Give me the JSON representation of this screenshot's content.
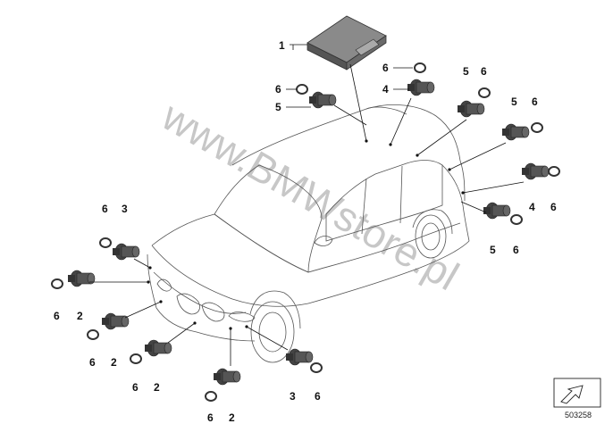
{
  "watermark": "www.BMWstore.pl",
  "document_number": "503258",
  "callouts": {
    "c1": "1",
    "c6a": "6",
    "c4a": "4",
    "c6b": "6",
    "c5b": "5",
    "c5c": "5",
    "c6c": "6",
    "c5d": "5",
    "c6d": "6",
    "c4e": "4",
    "c6e": "6",
    "c5f": "5",
    "c6f": "6",
    "c6g": "6",
    "c3g": "3",
    "c6h": "6",
    "c2h": "2",
    "c6i": "6",
    "c2i": "2",
    "c6j": "6",
    "c2j": "2",
    "c6k": "6",
    "c2k": "2",
    "c3l": "3",
    "c6l": "6"
  },
  "parts": [
    {
      "id": "control-unit",
      "icon": "control-unit-icon"
    },
    {
      "id": "ultrasonic-sensor",
      "icon": "ultrasonic-sensor-icon"
    },
    {
      "id": "sealing-ring",
      "icon": "sealing-ring-icon"
    }
  ]
}
